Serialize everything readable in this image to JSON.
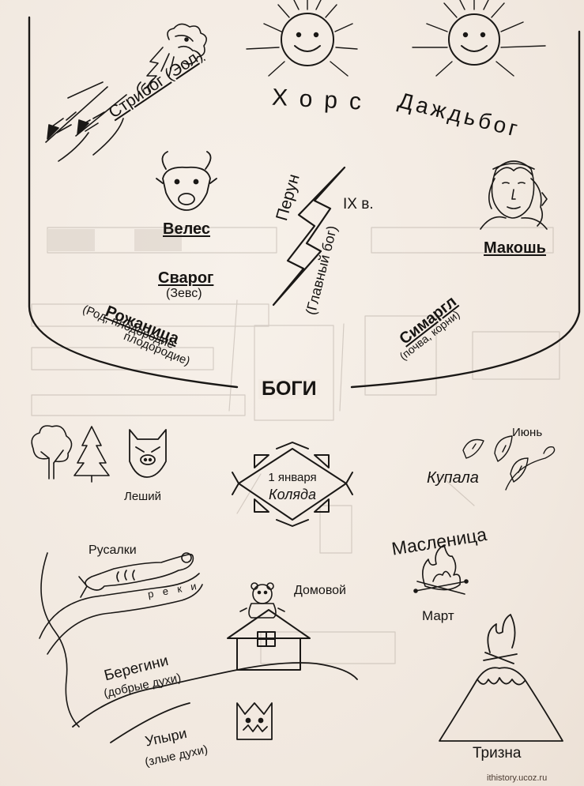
{
  "title": "БОГИ",
  "gods": {
    "stribog": "Стрибог (Эол)",
    "khors": "Хорс",
    "dazhdbog": "Даждьбог",
    "veles": "Велес",
    "perun": "Перун",
    "perun_century": "IX в.",
    "perun_note": "(Главный бог)",
    "makosh": "Макошь",
    "svarog": "Сварог",
    "svarog_note": "(Зевс)",
    "rozhanitsa": "Рожаница",
    "rozhanitsa_note": "(Род, плодородие",
    "rozhanitsa_note2": "плодородие)",
    "simargl": "Симаргл",
    "simargl_note": "(почва, корни)"
  },
  "lower": {
    "leshy": "Леший",
    "kolyada_date": "1 января",
    "kolyada": "Коляда",
    "kupala_month": "Июнь",
    "kupala": "Купала",
    "maslenitsa": "Масленица",
    "maslenitsa_month": "Март",
    "rusalki": "Русалки",
    "river_word": "р е к и",
    "domovoy": "Домовой",
    "bereginі": "Берегини",
    "bereginі_note": "(добрые духи)",
    "upyri": "Упыри",
    "upyri_note": "(злые духи)",
    "trizna": "Тризна"
  },
  "watermark": "ithistory.ucoz.ru"
}
